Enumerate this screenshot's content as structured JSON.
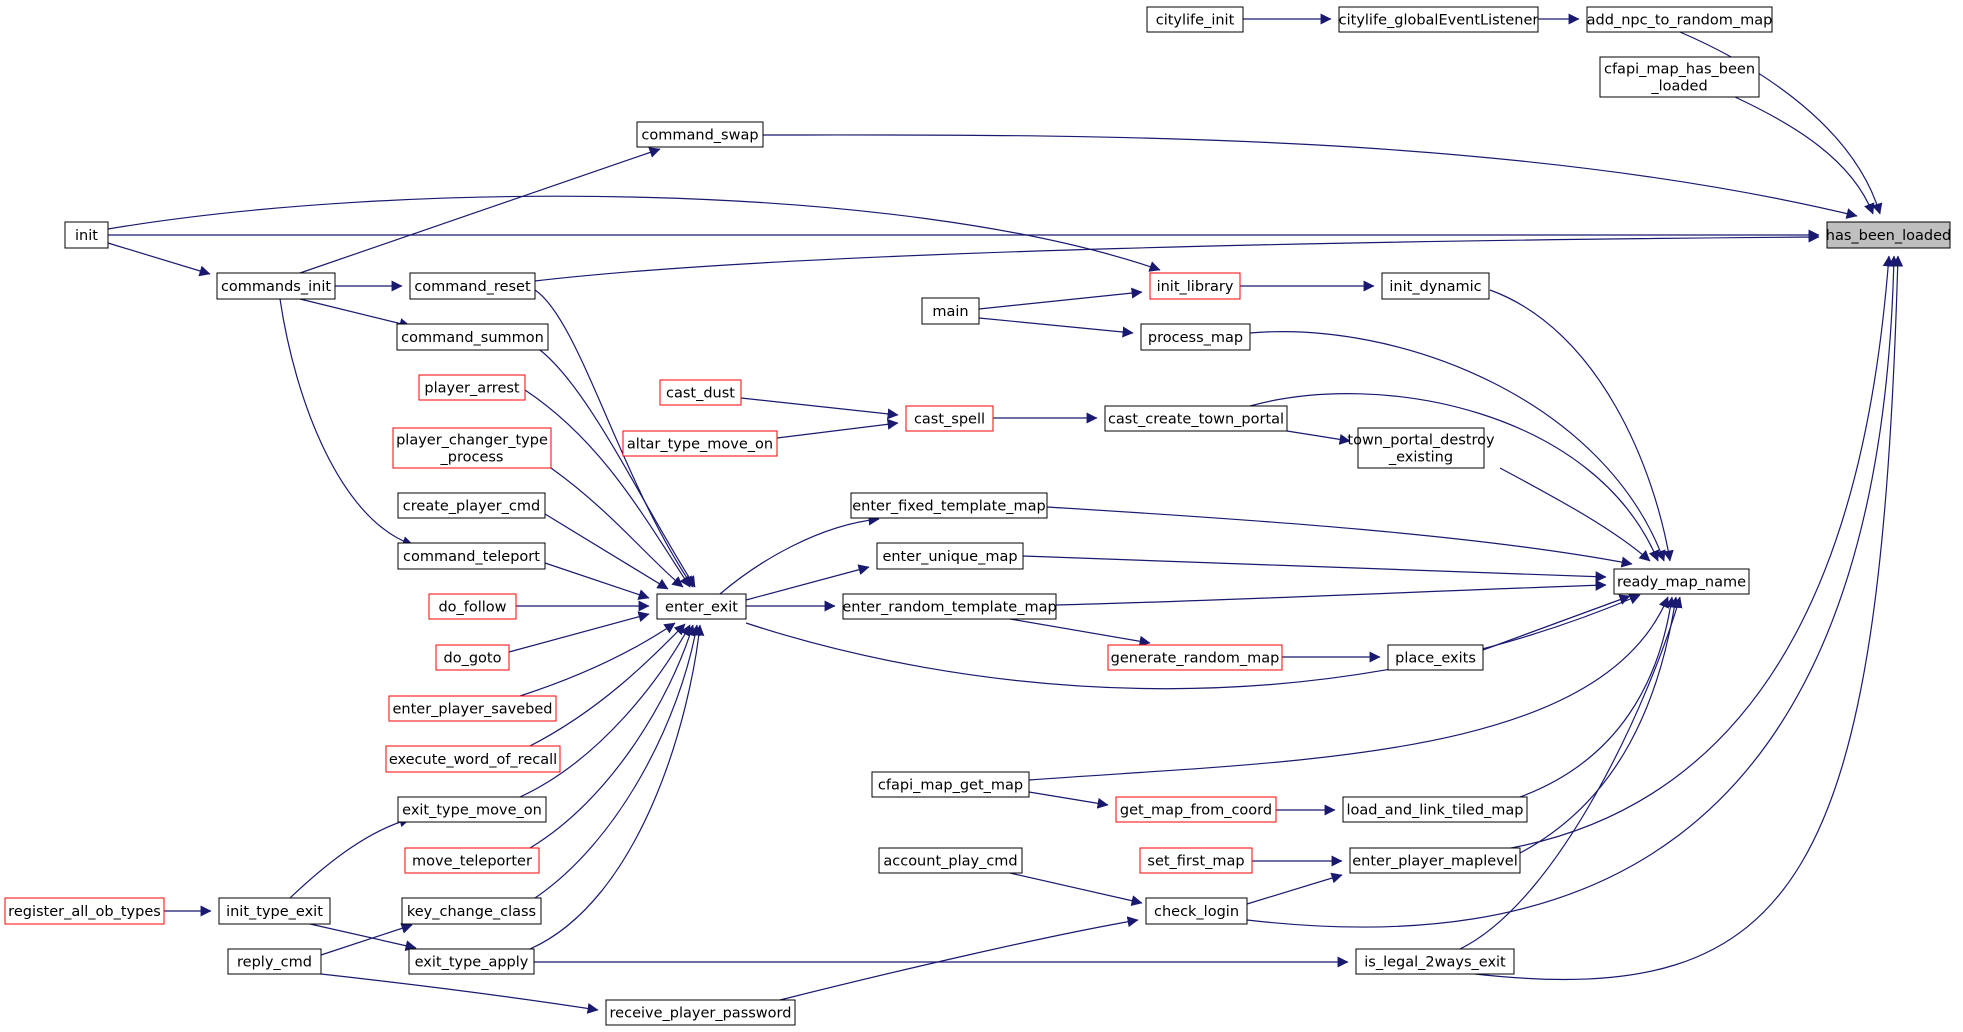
{
  "colors": {
    "edge": "#191970",
    "box_border": "#000000",
    "box_border_truncated": "#ff0000",
    "highlight_fill": "#bfbfbf",
    "background": "#ffffff"
  },
  "nodes": {
    "has_been_loaded": {
      "lines": [
        "has_been_loaded"
      ],
      "style": "highlight"
    },
    "add_npc_to_random_map": {
      "lines": [
        "add_npc_to_random_map"
      ],
      "style": "normal"
    },
    "citylife_globalEventListener": {
      "lines": [
        "citylife_globalEventListener"
      ],
      "style": "normal"
    },
    "citylife_init": {
      "lines": [
        "citylife_init"
      ],
      "style": "normal"
    },
    "cfapi_map_has_been_loaded": {
      "lines": [
        "cfapi_map_has_been",
        "_loaded"
      ],
      "style": "normal"
    },
    "command_swap": {
      "lines": [
        "command_swap"
      ],
      "style": "normal"
    },
    "init": {
      "lines": [
        "init"
      ],
      "style": "normal"
    },
    "commands_init": {
      "lines": [
        "commands_init"
      ],
      "style": "normal"
    },
    "command_reset": {
      "lines": [
        "command_reset"
      ],
      "style": "normal"
    },
    "command_summon": {
      "lines": [
        "command_summon"
      ],
      "style": "normal"
    },
    "init_library": {
      "lines": [
        "init_library"
      ],
      "style": "truncated"
    },
    "init_dynamic": {
      "lines": [
        "init_dynamic"
      ],
      "style": "normal"
    },
    "main": {
      "lines": [
        "main"
      ],
      "style": "normal"
    },
    "process_map": {
      "lines": [
        "process_map"
      ],
      "style": "normal"
    },
    "player_arrest": {
      "lines": [
        "player_arrest"
      ],
      "style": "truncated"
    },
    "cast_dust": {
      "lines": [
        "cast_dust"
      ],
      "style": "truncated"
    },
    "cast_spell": {
      "lines": [
        "cast_spell"
      ],
      "style": "truncated"
    },
    "altar_type_move_on": {
      "lines": [
        "altar_type_move_on"
      ],
      "style": "truncated"
    },
    "cast_create_town_portal": {
      "lines": [
        "cast_create_town_portal"
      ],
      "style": "normal"
    },
    "town_portal_destroy_existing": {
      "lines": [
        "town_portal_destroy",
        "_existing"
      ],
      "style": "normal"
    },
    "player_changer_type_process": {
      "lines": [
        "player_changer_type",
        "_process"
      ],
      "style": "truncated"
    },
    "create_player_cmd": {
      "lines": [
        "create_player_cmd"
      ],
      "style": "normal"
    },
    "enter_fixed_template_map": {
      "lines": [
        "enter_fixed_template_map"
      ],
      "style": "normal"
    },
    "command_teleport": {
      "lines": [
        "command_teleport"
      ],
      "style": "normal"
    },
    "enter_unique_map": {
      "lines": [
        "enter_unique_map"
      ],
      "style": "normal"
    },
    "ready_map_name": {
      "lines": [
        "ready_map_name"
      ],
      "style": "normal"
    },
    "do_follow": {
      "lines": [
        "do_follow"
      ],
      "style": "truncated"
    },
    "enter_exit": {
      "lines": [
        "enter_exit"
      ],
      "style": "normal"
    },
    "enter_random_template_map": {
      "lines": [
        "enter_random_template_map"
      ],
      "style": "normal"
    },
    "do_goto": {
      "lines": [
        "do_goto"
      ],
      "style": "truncated"
    },
    "generate_random_map": {
      "lines": [
        "generate_random_map"
      ],
      "style": "truncated"
    },
    "place_exits": {
      "lines": [
        "place_exits"
      ],
      "style": "normal"
    },
    "enter_player_savebed": {
      "lines": [
        "enter_player_savebed"
      ],
      "style": "truncated"
    },
    "execute_word_of_recall": {
      "lines": [
        "execute_word_of_recall"
      ],
      "style": "truncated"
    },
    "cfapi_map_get_map": {
      "lines": [
        "cfapi_map_get_map"
      ],
      "style": "normal"
    },
    "exit_type_move_on": {
      "lines": [
        "exit_type_move_on"
      ],
      "style": "normal"
    },
    "get_map_from_coord": {
      "lines": [
        "get_map_from_coord"
      ],
      "style": "truncated"
    },
    "load_and_link_tiled_map": {
      "lines": [
        "load_and_link_tiled_map"
      ],
      "style": "normal"
    },
    "move_teleporter": {
      "lines": [
        "move_teleporter"
      ],
      "style": "truncated"
    },
    "account_play_cmd": {
      "lines": [
        "account_play_cmd"
      ],
      "style": "normal"
    },
    "set_first_map": {
      "lines": [
        "set_first_map"
      ],
      "style": "truncated"
    },
    "enter_player_maplevel": {
      "lines": [
        "enter_player_maplevel"
      ],
      "style": "normal"
    },
    "register_all_ob_types": {
      "lines": [
        "register_all_ob_types"
      ],
      "style": "truncated"
    },
    "init_type_exit": {
      "lines": [
        "init_type_exit"
      ],
      "style": "normal"
    },
    "key_change_class": {
      "lines": [
        "key_change_class"
      ],
      "style": "normal"
    },
    "check_login": {
      "lines": [
        "check_login"
      ],
      "style": "normal"
    },
    "reply_cmd": {
      "lines": [
        "reply_cmd"
      ],
      "style": "normal"
    },
    "exit_type_apply": {
      "lines": [
        "exit_type_apply"
      ],
      "style": "normal"
    },
    "is_legal_2ways_exit": {
      "lines": [
        "is_legal_2ways_exit"
      ],
      "style": "normal"
    },
    "receive_player_password": {
      "lines": [
        "receive_player_password"
      ],
      "style": "normal"
    }
  }
}
